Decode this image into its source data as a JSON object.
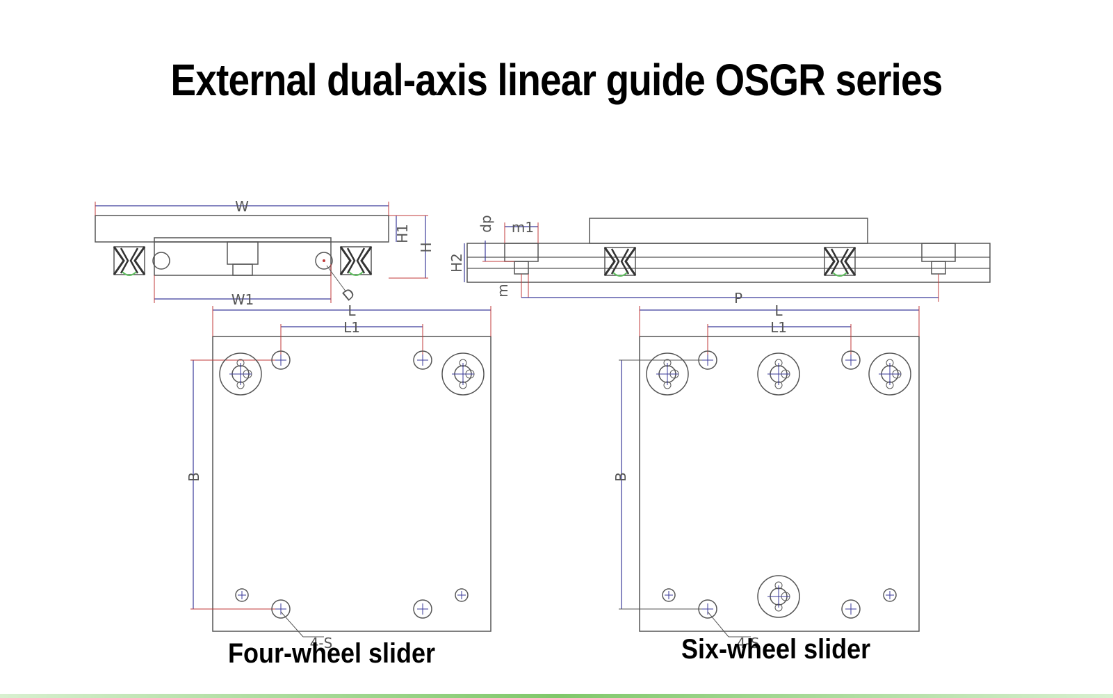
{
  "title": "External dual-axis linear guide OSGR series",
  "captions": {
    "four_wheel": "Four-wheel slider",
    "six_wheel": "Six-wheel slider"
  },
  "dimension_labels": {
    "W": "W",
    "W1": "W1",
    "H1": "H1",
    "H": "H",
    "D": "D",
    "dp": "dp",
    "m1": "m1",
    "H2": "H2",
    "m": "m",
    "P": "P",
    "L_four": "L",
    "L1_four": "L1",
    "B_four": "B",
    "S_four": "4-S",
    "L_six": "L",
    "L1_six": "L1",
    "B_six": "B",
    "S_six": "4-S"
  },
  "colors": {
    "outline": "#555555",
    "dimension_blue": "#3a3a9a",
    "dimension_red": "#c03a3a",
    "wheel_green": "#5fbf5f",
    "accent_bar": "#7fc86a"
  }
}
